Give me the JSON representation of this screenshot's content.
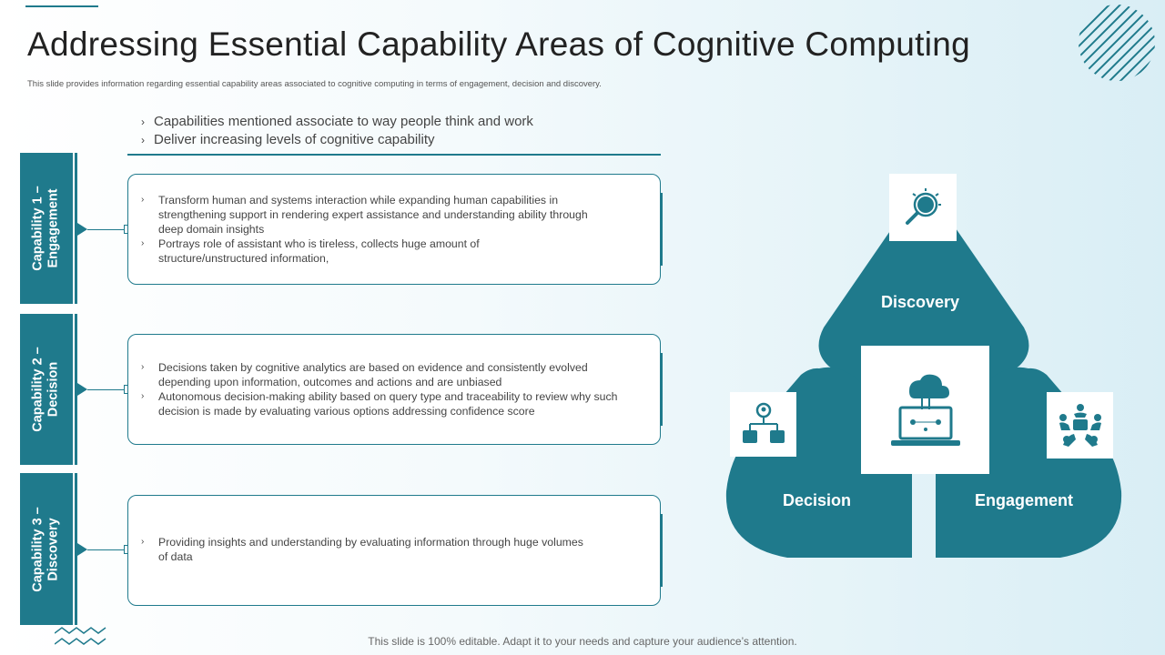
{
  "title": "Addressing Essential Capability Areas of Cognitive Computing",
  "subtitle": "This slide provides information regarding essential capability areas associated to cognitive computing in terms of engagement, decision and discovery.",
  "intro": [
    "Capabilities mentioned associate to way people think and work",
    "Deliver increasing levels of cognitive capability"
  ],
  "bullet_glyph": "›",
  "capabilities": [
    {
      "label_line1": "Capability 1 –",
      "label_line2": "Engagement",
      "bullets": [
        "Transform human and systems interaction while expanding human capabilities in strengthening support in rendering expert assistance and understanding ability through deep domain insights",
        "Portrays role of assistant who is tireless, collects huge amount of structure/unstructured information,"
      ]
    },
    {
      "label_line1": "Capability 2 –",
      "label_line2": "Decision",
      "bullets": [
        "Decisions taken by cognitive analytics are based on evidence and consistently evolved depending upon information, outcomes and actions and are unbiased",
        "Autonomous decision-making ability based on query type and traceability to review why such decision is made by evaluating various options addressing confidence score"
      ]
    },
    {
      "label_line1": "Capability 3 –",
      "label_line2": "Discovery",
      "bullets": [
        "Providing insights and understanding by evaluating information through huge volumes of data"
      ]
    }
  ],
  "diagram": {
    "top": "Discovery",
    "left": "Decision",
    "right": "Engagement",
    "icons": {
      "top": "lightbulb-magnifier-icon",
      "left": "hierarchy-network-icon",
      "right": "team-meeting-icon",
      "center": "cloud-laptop-icon"
    }
  },
  "footer": "This slide is 100% editable. Adapt it to your needs and capture your audience’s attention.",
  "colors": {
    "accent": "#1f7a8c",
    "background_tint": "#d9eef5"
  }
}
